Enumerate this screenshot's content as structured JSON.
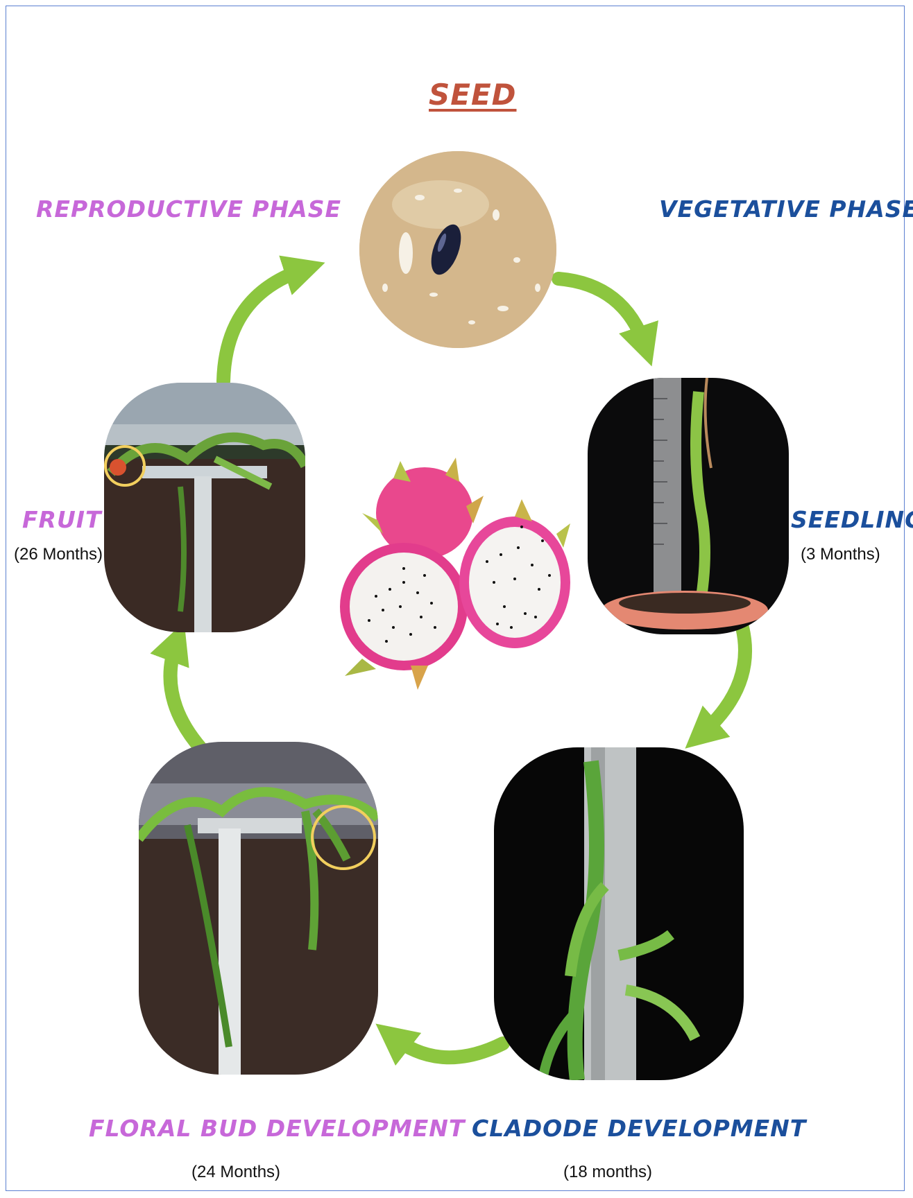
{
  "title": "SEED",
  "phases": {
    "reproductive": "REPRODUCTIVE PHASE",
    "vegetative": "VEGETATIVE PHASE"
  },
  "stages": {
    "seedling": {
      "label": "SEEDLING",
      "duration": "(3 Months)"
    },
    "cladode": {
      "label": "CLADODE DEVELOPMENT",
      "duration": "(18 months)"
    },
    "floral_bud": {
      "label": "FLORAL BUD DEVELOPMENT",
      "duration": "(24 Months)"
    },
    "fruit": {
      "label": "FRUIT",
      "duration": "(26 Months)"
    }
  },
  "colors": {
    "title": "#c0533c",
    "reproductive": "#c768d9",
    "vegetative": "#1b4f9c",
    "arrow": "#8cc63f",
    "highlight_circle": "#f2cf5e"
  },
  "icons": {
    "seed": "seed-photo",
    "seedling": "seedling-photo",
    "cladode": "cladode-photo",
    "floral_bud": "floral-bud-photo",
    "fruit": "fruit-photo",
    "center": "dragon-fruit-photo"
  }
}
